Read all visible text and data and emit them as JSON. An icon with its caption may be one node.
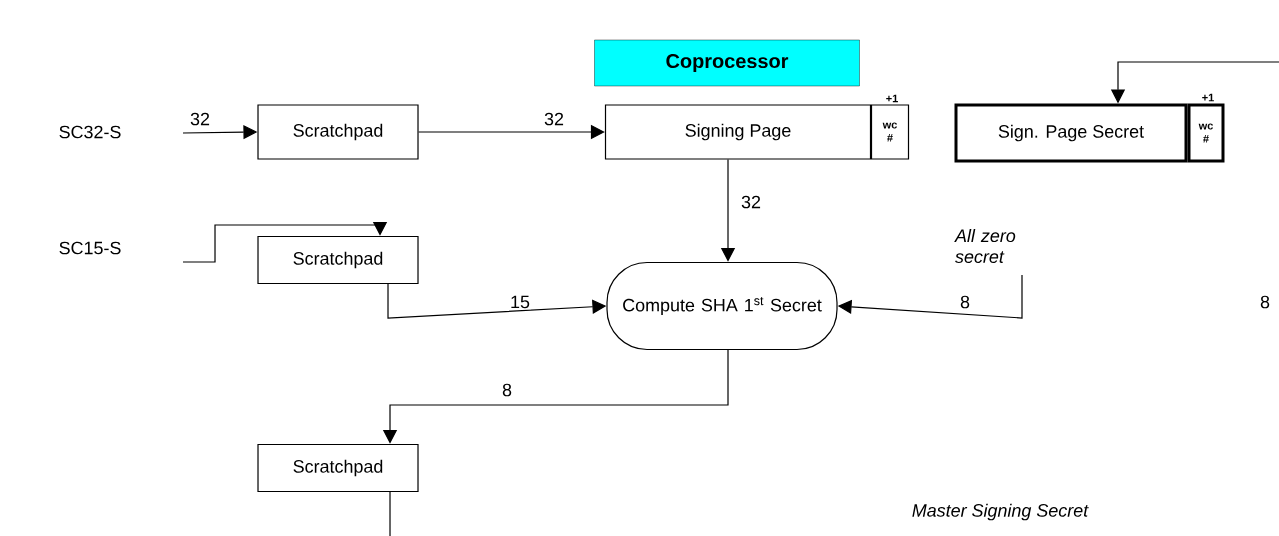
{
  "diagram": {
    "nodes": [
      {
        "text": [
          "Coprocessor"
        ]
      },
      {
        "text": [
          "Scratchpad"
        ]
      },
      {
        "text": [
          "Signing Page"
        ]
      },
      {
        "text": [
          "wc #"
        ],
        "beside": [
          "+1"
        ]
      },
      {
        "text": [
          "Sign. Page Secret"
        ]
      },
      {
        "text": [
          "wc #"
        ],
        "beside": [
          "+1"
        ]
      },
      {
        "text": [
          "Scratchpad"
        ]
      },
      {
        "text": [
          "Compute SHA 1$^{st}$ Secret"
        ]
      },
      {
        "text": [
          "All zero secret"
        ]
      },
      {
        "text": [
          "Scratchpad"
        ]
      }
    ],
    "edges": [
      {
        "from": null,
        "to": 1,
        "arrow": "to",
        "label": "32"
      },
      {
        "from": 1,
        "to": 2,
        "arrow": "to",
        "label": "32"
      },
      {
        "from": 2,
        "to": 7,
        "arrow": "to",
        "label": "32"
      },
      {
        "from": null,
        "to": 6,
        "arrow": "to"
      },
      {
        "from": 6,
        "to": 7,
        "arrow": "to",
        "label": "15"
      },
      {
        "from": 8,
        "to": 7,
        "arrow": "to",
        "label": "8"
      },
      {
        "from": 7,
        "to": 9,
        "arrow": "to",
        "label": "8"
      },
      {
        "from": 9,
        "to": null,
        "arrow": "none"
      },
      {
        "from": null,
        "to": 4,
        "arrow": "to"
      }
    ],
    "labels": [
      "SC32-S",
      "SC15-S",
      "8",
      "Master Signing Secret"
    ]
  }
}
